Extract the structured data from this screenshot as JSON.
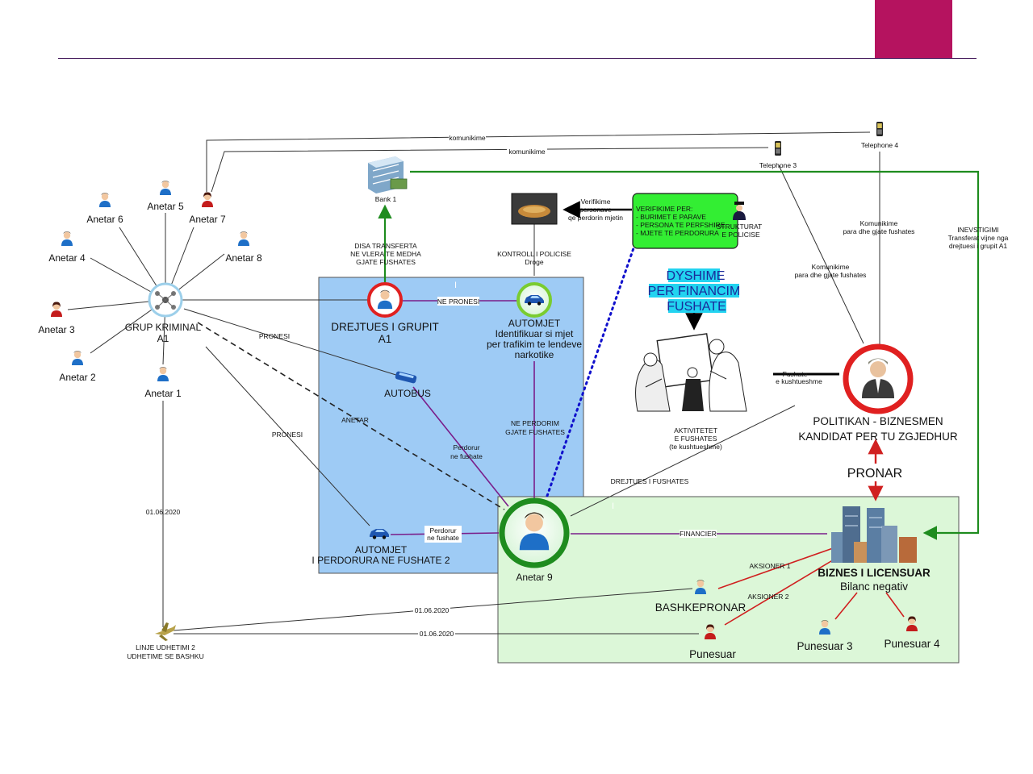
{
  "colors": {
    "accent": "#B5135F",
    "rule": "#4a2060",
    "blue_zone": "#9ECBF5",
    "green_zone": "#DCF7D8",
    "green_box": "#33EE33",
    "cyan_highlight": "#22D3F0",
    "purple_link": "#7A1E8A",
    "green_link": "#1E8C1E",
    "red_link": "#D02020",
    "dotted_link": "#1010CC"
  },
  "icons": {
    "person": "person-icon",
    "person_female": "person-female-icon",
    "bank": "bank-icon",
    "phone": "mobile-phone-icon",
    "car": "car-icon",
    "bus": "bus-icon",
    "plane": "airplane-icon",
    "buildings": "buildings-icon",
    "police": "police-officer-icon",
    "hub": "network-hub-icon"
  },
  "nodes": {
    "grup_kriminal": [
      "GRUP KRIMINAL",
      "A1"
    ],
    "anetar1": "Anetar 1",
    "anetar2": "Anetar 2",
    "anetar3": "Anetar 3",
    "anetar4": "Anetar 4",
    "anetar5": "Anetar 5",
    "anetar6": "Anetar 6",
    "anetar7": "Anetar 7",
    "anetar8": "Anetar 8",
    "anetar9": "Anetar 9",
    "bank": "Bank 1",
    "telephone3": "Telephone 3",
    "telephone4": "Telephone 4",
    "drejtues": [
      "DREJTUES I GRUPIT",
      "A1"
    ],
    "automjet_top": [
      "AUTOMJET",
      "Identifikuar si mjet",
      "per trafikim te lendeve",
      "narkotike"
    ],
    "autobus": "AUTOBUS",
    "automjet2": [
      "AUTOMJET",
      "I PERDORURA NE FUSHATE 2"
    ],
    "linje": [
      "LINJE UDHETIMI 2",
      "UDHETIME SE BASHKU"
    ],
    "politikan": [
      "POLITIKAN - BIZNESMEN",
      "KANDIDAT PER TU ZGJEDHUR"
    ],
    "biznes": [
      "BIZNES I LICENSUAR",
      "Bilanc  negativ"
    ],
    "bashkepronar": "BASHKEPRONAR",
    "punesuar": "Punesuar",
    "punesuar3": "Punesuar 3",
    "punesuar4": "Punesuar 4",
    "pronar": "PRONAR",
    "strukturat": [
      "STRUKTURAT",
      "E POLICISE"
    ],
    "dyshime": [
      "DYSHIME",
      "PER FINANCIM",
      "FUSHATE"
    ],
    "aktivitetet": [
      "AKTIVITETET",
      "E FUSHATES",
      "(te kushtueshme)"
    ],
    "fushate_label": [
      "Fushate",
      "e kushtueshme"
    ],
    "verifikime_box": [
      "VERIFIKIME PER:",
      "- BURIMET E PARAVE",
      "- PERSONA TE PERFSHIRE",
      "- MJETE TE PERDORURA"
    ],
    "verifikime_note": [
      "Verifikime",
      "personave",
      "qe perdorin mjetin"
    ],
    "blue_marker": "I",
    "green_marker": "I"
  },
  "links": {
    "komunikime1": "komunikime",
    "komunikime2": "komunikime",
    "pronesi1": "PRONESI",
    "pronesi2": "PRONESI",
    "anetar": "ANETAR",
    "ne_pronesi": "NE PRONESI",
    "disa_transferta": [
      "DISA TRANSFERTA",
      "NE VLERA TE MEDHA",
      "GJATE FUSHATES"
    ],
    "kontroll": [
      "KONTROLL I POLICISE",
      "Droge"
    ],
    "perdorur1": [
      "Perdorur",
      "ne fushate"
    ],
    "perdorur2": [
      "Perdorur",
      "ne fushate"
    ],
    "ne_perdorim": [
      "NE PERDORIM",
      "GJATE FUSHATES"
    ],
    "financier": "FINANCIER",
    "drejtues_fushates": "DREJTUES I FUSHATES",
    "aksioner1": "AKSIONER 1",
    "aksioner2": "AKSIONER 2",
    "date1": "01.06.2020",
    "date2": "01.06.2020",
    "date3": "01.06.2020",
    "komunikime_para1": [
      "Komunikime",
      "para dhe gjate fushates"
    ],
    "komunikime_para2": [
      "Komunikime",
      "para dhe gjate fushates"
    ],
    "inevstigimi": [
      "INEVSTIGIMI",
      "Transferat vijne nga",
      "drejtuesi i grupit A1"
    ]
  }
}
